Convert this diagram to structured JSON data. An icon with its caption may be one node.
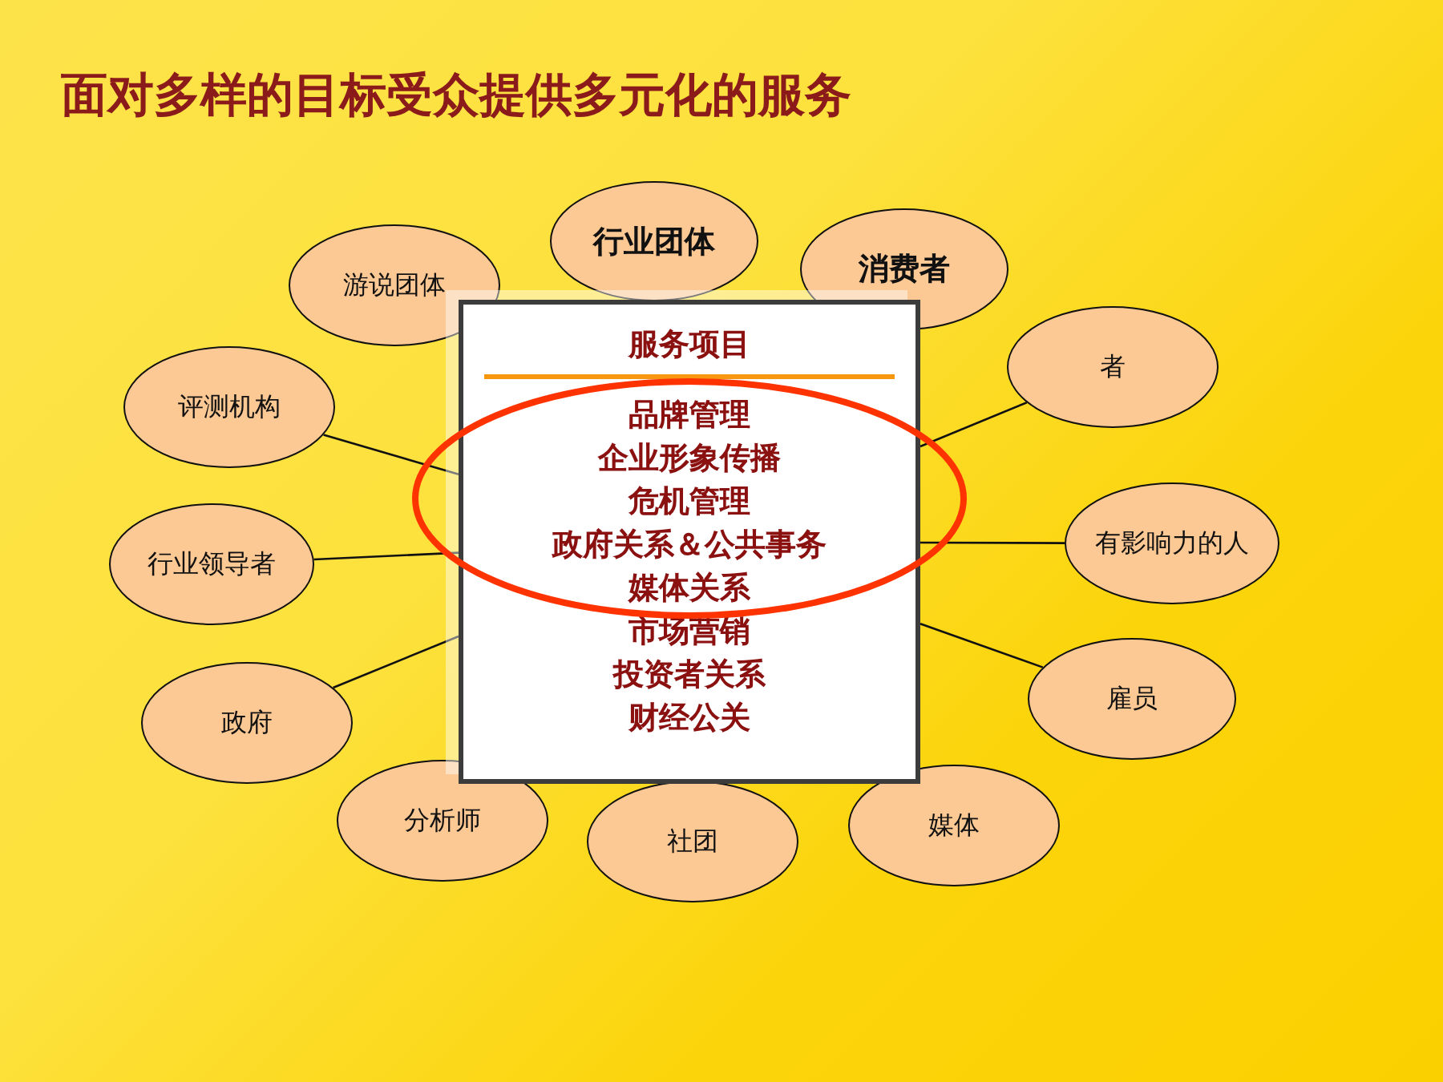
{
  "diagram": {
    "title": "面对多样的目标受众提供多元化的服务",
    "nodes": [
      {
        "text": [
          "服务项目",
          "品牌管理",
          "企业形象传播",
          "危机管理",
          "政府关系＆公共事务",
          "媒体关系",
          "市场营销",
          "投资者关系",
          "财经公关"
        ]
      },
      {
        "text": [
          "行业团体"
        ]
      },
      {
        "text": [
          "消费者"
        ]
      },
      {
        "text": [
          "游说团体"
        ]
      },
      {
        "text": [
          "者"
        ]
      },
      {
        "text": [
          "评测机构"
        ]
      },
      {
        "text": [
          "有影响力的人"
        ]
      },
      {
        "text": [
          "行业领导者"
        ]
      },
      {
        "text": [
          "雇员"
        ]
      },
      {
        "text": [
          "政府"
        ]
      },
      {
        "text": [
          "分析师"
        ]
      },
      {
        "text": [
          "社团"
        ]
      },
      {
        "text": [
          "媒体"
        ]
      }
    ],
    "edges": [
      {
        "from": 0,
        "to": 5,
        "arrow": "none"
      },
      {
        "from": 0,
        "to": 7,
        "arrow": "none"
      },
      {
        "from": 0,
        "to": 9,
        "arrow": "none"
      },
      {
        "from": 0,
        "to": 4,
        "arrow": "none"
      },
      {
        "from": 0,
        "to": 6,
        "arrow": "none"
      },
      {
        "from": 0,
        "to": 8,
        "arrow": "none"
      }
    ]
  }
}
